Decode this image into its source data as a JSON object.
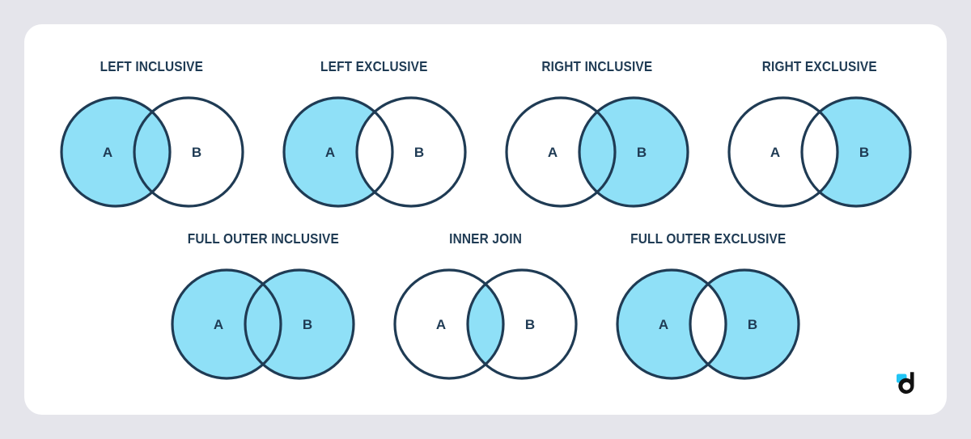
{
  "theme": {
    "page_background": "#e5e5eb",
    "card_background": "#ffffff",
    "fill_color": "#8fe0f7",
    "stroke_color": "#1f3b54",
    "title_color": "#1f3b54",
    "logo_accent": "#22c5f5",
    "logo_dark": "#111111"
  },
  "diagrams": [
    {
      "id": "left-inclusive",
      "title": "LEFT INCLUSIVE",
      "label_a": "A",
      "label_b": "B",
      "fill": {
        "a_only": true,
        "intersection": true,
        "b_only": false
      }
    },
    {
      "id": "left-exclusive",
      "title": "LEFT EXCLUSIVE",
      "label_a": "A",
      "label_b": "B",
      "fill": {
        "a_only": true,
        "intersection": false,
        "b_only": false
      }
    },
    {
      "id": "right-inclusive",
      "title": "RIGHT INCLUSIVE",
      "label_a": "A",
      "label_b": "B",
      "fill": {
        "a_only": false,
        "intersection": true,
        "b_only": true
      }
    },
    {
      "id": "right-exclusive",
      "title": "RIGHT EXCLUSIVE",
      "label_a": "A",
      "label_b": "B",
      "fill": {
        "a_only": false,
        "intersection": false,
        "b_only": true
      }
    },
    {
      "id": "full-outer-inclusive",
      "title": "FULL OUTER INCLUSIVE",
      "label_a": "A",
      "label_b": "B",
      "fill": {
        "a_only": true,
        "intersection": true,
        "b_only": true
      }
    },
    {
      "id": "inner-join",
      "title": "INNER JOIN",
      "label_a": "A",
      "label_b": "B",
      "fill": {
        "a_only": false,
        "intersection": true,
        "b_only": false
      }
    },
    {
      "id": "full-outer-exclusive",
      "title": "FULL OUTER EXCLUSIVE",
      "label_a": "A",
      "label_b": "B",
      "fill": {
        "a_only": true,
        "intersection": false,
        "b_only": true
      }
    }
  ],
  "logo": {
    "name": "datacamp-logo",
    "letter": "d"
  }
}
